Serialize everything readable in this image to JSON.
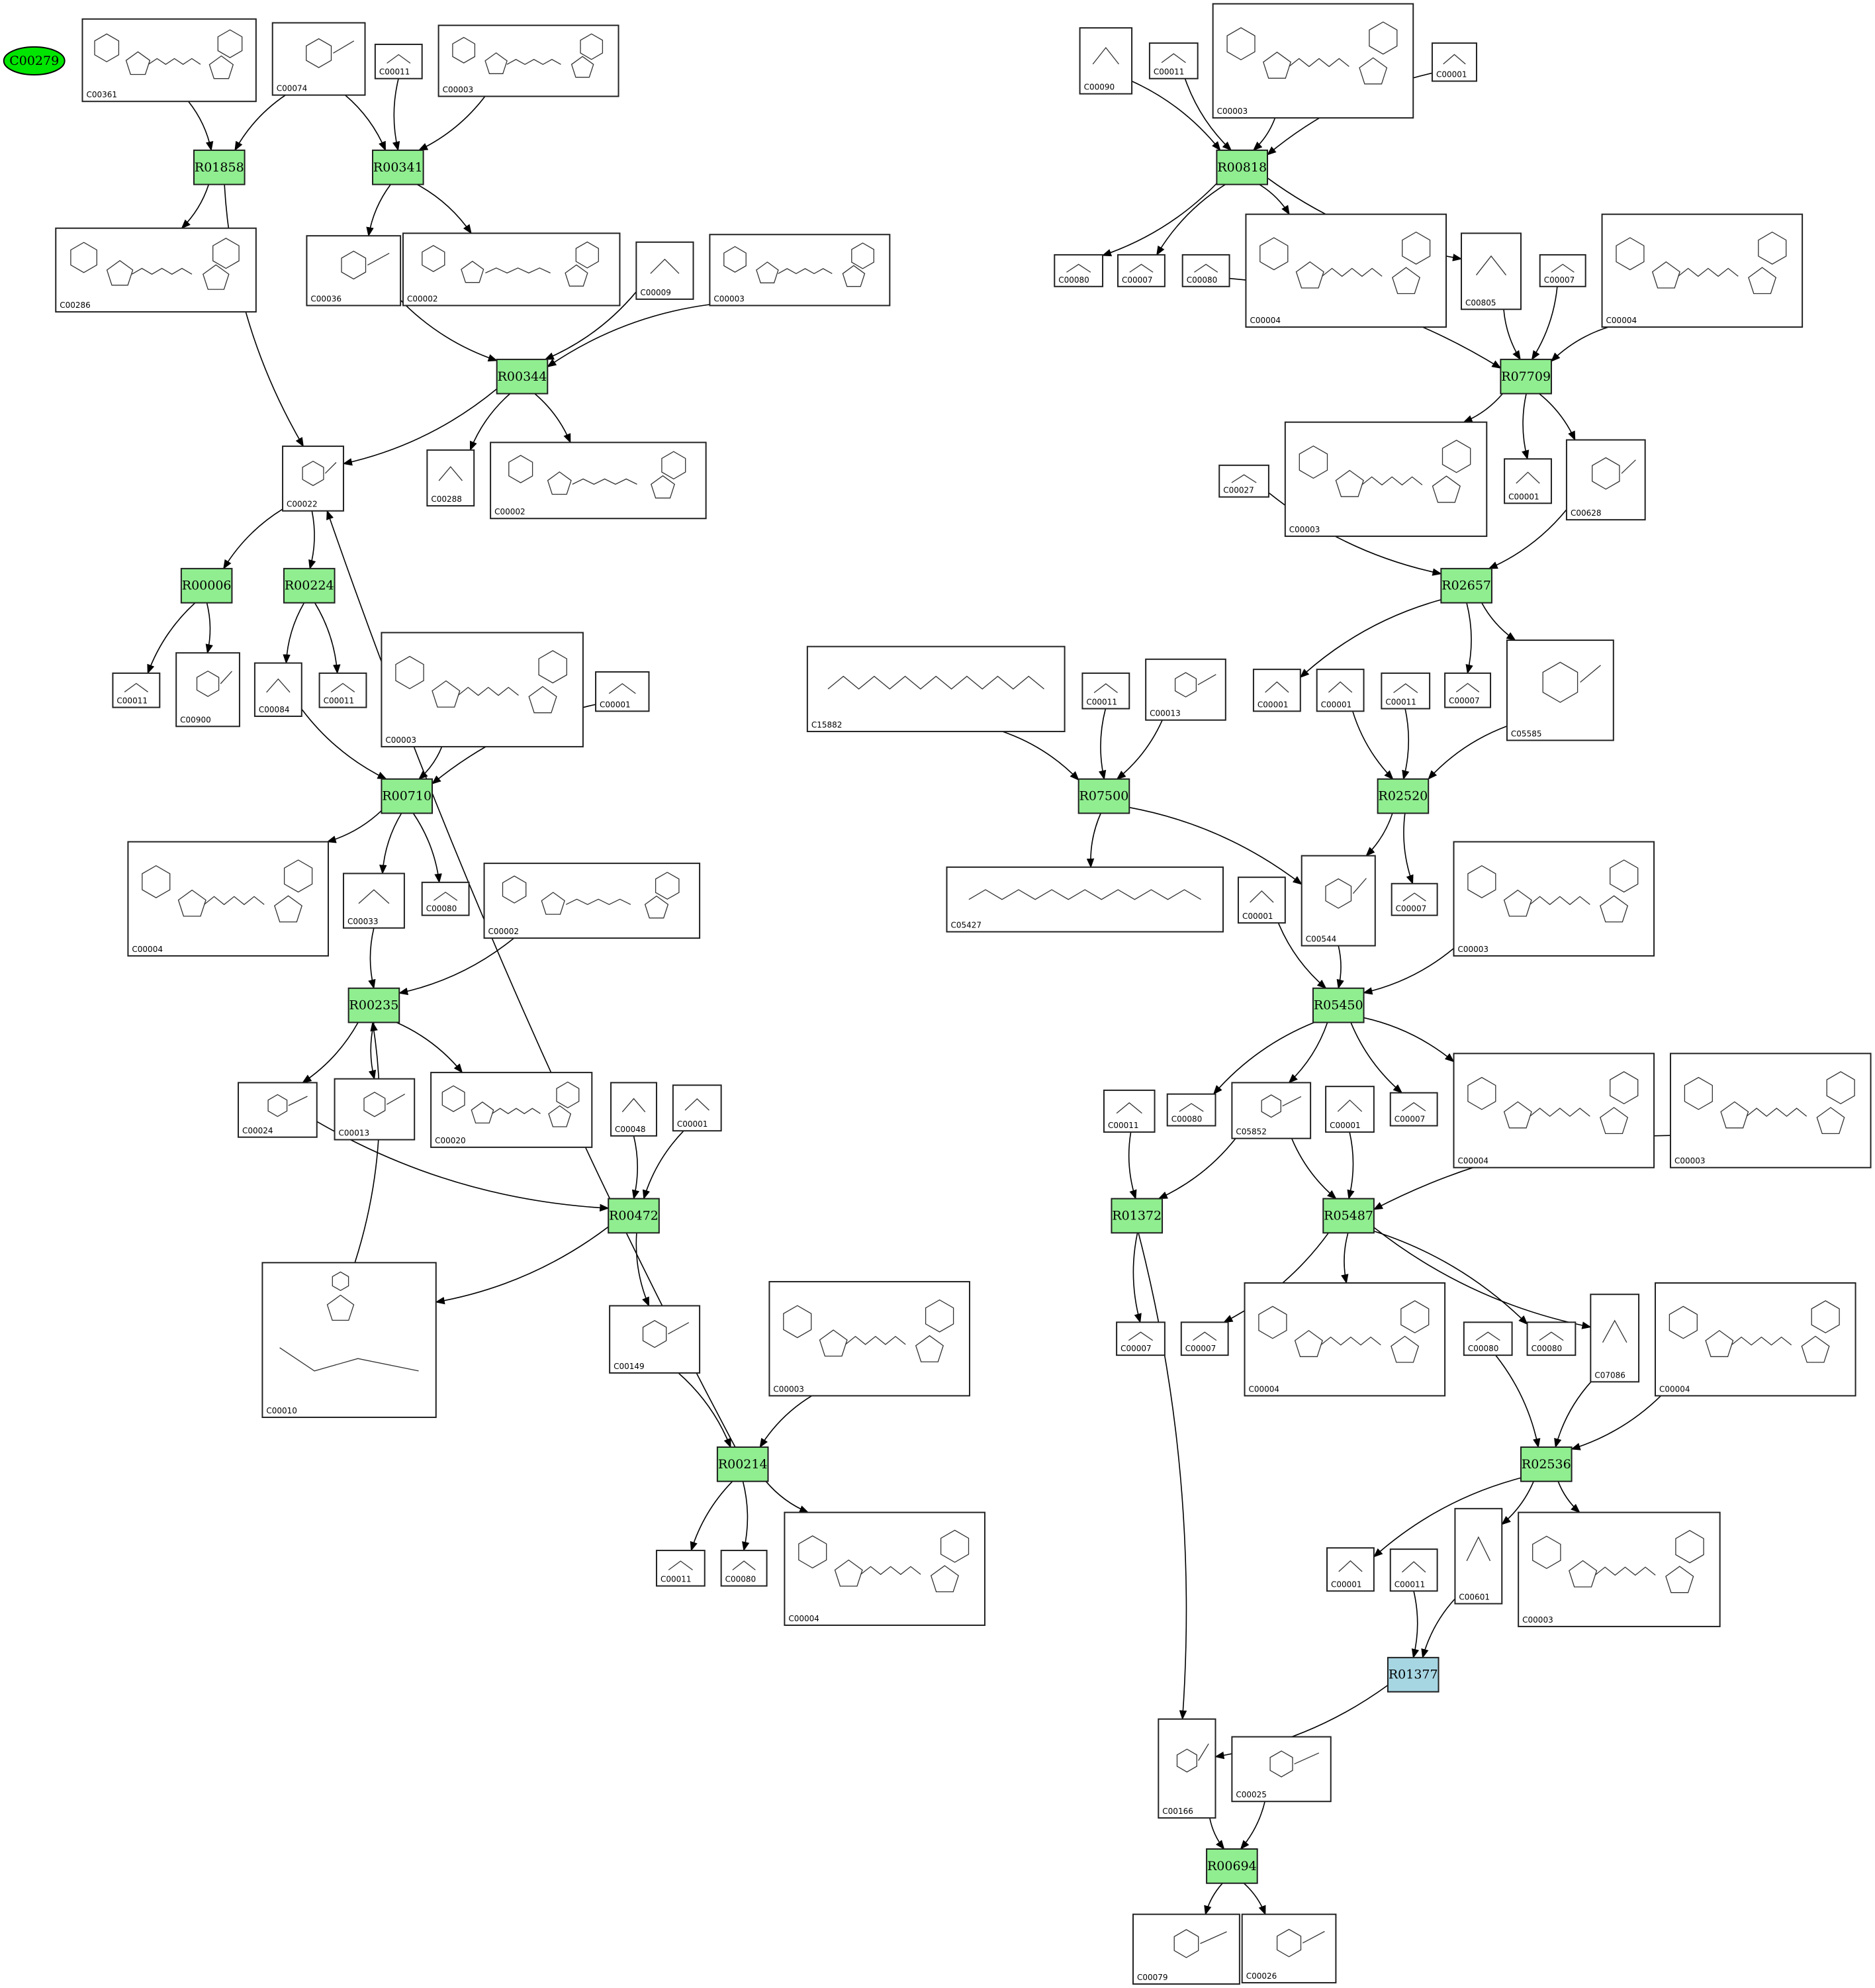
{
  "colors": {
    "reaction": "#90ee90",
    "highlight_reaction": "#a7d6e3",
    "root": "#00e600",
    "edge": "#000000"
  },
  "root": {
    "label": "C00279"
  },
  "reactions": [
    {
      "id": "R01858",
      "label": "R01858"
    },
    {
      "id": "R00341",
      "label": "R00341"
    },
    {
      "id": "R00344",
      "label": "R00344"
    },
    {
      "id": "R00006",
      "label": "R00006"
    },
    {
      "id": "R00224",
      "label": "R00224"
    },
    {
      "id": "R00710",
      "label": "R00710"
    },
    {
      "id": "R00235",
      "label": "R00235"
    },
    {
      "id": "R00472",
      "label": "R00472"
    },
    {
      "id": "R00214",
      "label": "R00214"
    },
    {
      "id": "R00818",
      "label": "R00818"
    },
    {
      "id": "R07709",
      "label": "R07709"
    },
    {
      "id": "R02657",
      "label": "R02657"
    },
    {
      "id": "R07500",
      "label": "R07500"
    },
    {
      "id": "R02520",
      "label": "R02520"
    },
    {
      "id": "R05450",
      "label": "R05450"
    },
    {
      "id": "R01372",
      "label": "R01372"
    },
    {
      "id": "R05487",
      "label": "R05487"
    },
    {
      "id": "R02536",
      "label": "R02536"
    },
    {
      "id": "R01377",
      "label": "R01377"
    },
    {
      "id": "R00694",
      "label": "R00694"
    }
  ],
  "compounds": [
    {
      "id": "c1",
      "label": "C00361"
    },
    {
      "id": "c2",
      "label": "C00074"
    },
    {
      "id": "c3",
      "label": "C00011"
    },
    {
      "id": "c4",
      "label": "C00003"
    },
    {
      "id": "c5",
      "label": "C00286"
    },
    {
      "id": "c6",
      "label": "C00036"
    },
    {
      "id": "c7",
      "label": "C00002"
    },
    {
      "id": "c8",
      "label": "C00009"
    },
    {
      "id": "c9",
      "label": "C00003"
    },
    {
      "id": "c10",
      "label": "C00022"
    },
    {
      "id": "c11",
      "label": "C00288"
    },
    {
      "id": "c12",
      "label": "C00002"
    },
    {
      "id": "c13",
      "label": "C00011"
    },
    {
      "id": "c14",
      "label": "C00900"
    },
    {
      "id": "c15",
      "label": "C00084"
    },
    {
      "id": "c16",
      "label": "C00011"
    },
    {
      "id": "c17",
      "label": "C00003"
    },
    {
      "id": "c18",
      "label": "C00001"
    },
    {
      "id": "c19",
      "label": "C00004"
    },
    {
      "id": "c20",
      "label": "C00033"
    },
    {
      "id": "c21",
      "label": "C00080"
    },
    {
      "id": "c22",
      "label": "C00002"
    },
    {
      "id": "c23",
      "label": "C00024"
    },
    {
      "id": "c24",
      "label": "C00013"
    },
    {
      "id": "c25",
      "label": "C00020"
    },
    {
      "id": "c26",
      "label": "C00048"
    },
    {
      "id": "c27",
      "label": "C00001"
    },
    {
      "id": "c28",
      "label": "C00010"
    },
    {
      "id": "c29",
      "label": "C00149"
    },
    {
      "id": "c30",
      "label": "C00003"
    },
    {
      "id": "c31",
      "label": "C00011"
    },
    {
      "id": "c32",
      "label": "C00080"
    },
    {
      "id": "c33",
      "label": "C00004"
    },
    {
      "id": "d1",
      "label": "C00090"
    },
    {
      "id": "d2",
      "label": "C00011"
    },
    {
      "id": "d3",
      "label": "C00003"
    },
    {
      "id": "d4",
      "label": "C00001"
    },
    {
      "id": "d5",
      "label": "C00080"
    },
    {
      "id": "d6",
      "label": "C00007"
    },
    {
      "id": "d7",
      "label": "C00080"
    },
    {
      "id": "d8",
      "label": "C00004"
    },
    {
      "id": "d9",
      "label": "C00805"
    },
    {
      "id": "d10",
      "label": "C00007"
    },
    {
      "id": "d11",
      "label": "C00004"
    },
    {
      "id": "d12",
      "label": "C00003"
    },
    {
      "id": "d13",
      "label": "C00027"
    },
    {
      "id": "d14",
      "label": "C00001"
    },
    {
      "id": "d15",
      "label": "C00628"
    },
    {
      "id": "d16",
      "label": "C15882"
    },
    {
      "id": "d17",
      "label": "C00011"
    },
    {
      "id": "d18",
      "label": "C00013"
    },
    {
      "id": "d19",
      "label": "C00001"
    },
    {
      "id": "d20",
      "label": "C00001"
    },
    {
      "id": "d21",
      "label": "C00011"
    },
    {
      "id": "d22",
      "label": "C00007"
    },
    {
      "id": "d23",
      "label": "C05585"
    },
    {
      "id": "d24",
      "label": "C05427"
    },
    {
      "id": "d25",
      "label": "C00544"
    },
    {
      "id": "d26",
      "label": "C00001"
    },
    {
      "id": "d27",
      "label": "C00007"
    },
    {
      "id": "d28",
      "label": "C00003"
    },
    {
      "id": "d29",
      "label": "C00011"
    },
    {
      "id": "d30",
      "label": "C00080"
    },
    {
      "id": "d31",
      "label": "C05852"
    },
    {
      "id": "d32",
      "label": "C00001"
    },
    {
      "id": "d33",
      "label": "C00007"
    },
    {
      "id": "d34",
      "label": "C00004"
    },
    {
      "id": "d35",
      "label": "C00003"
    },
    {
      "id": "d36",
      "label": "C00007"
    },
    {
      "id": "d37",
      "label": "C00007"
    },
    {
      "id": "d38",
      "label": "C00004"
    },
    {
      "id": "d39",
      "label": "C00080"
    },
    {
      "id": "d40",
      "label": "C00080"
    },
    {
      "id": "d41",
      "label": "C07086"
    },
    {
      "id": "d42",
      "label": "C00004"
    },
    {
      "id": "d43",
      "label": "C00001"
    },
    {
      "id": "d44",
      "label": "C00011"
    },
    {
      "id": "d45",
      "label": "C00601"
    },
    {
      "id": "d46",
      "label": "C00003"
    },
    {
      "id": "d47",
      "label": "C00166"
    },
    {
      "id": "d48",
      "label": "C00025"
    },
    {
      "id": "d49",
      "label": "C00079"
    },
    {
      "id": "d50",
      "label": "C00026"
    }
  ],
  "edges": [
    [
      "c1",
      "R01858"
    ],
    [
      "c2",
      "R01858"
    ],
    [
      "R01858",
      "c5"
    ],
    [
      "R01858",
      "c10"
    ],
    [
      "c2",
      "R00341"
    ],
    [
      "c3",
      "R00341"
    ],
    [
      "c4",
      "R00341"
    ],
    [
      "R00341",
      "c6"
    ],
    [
      "R00341",
      "c7"
    ],
    [
      "c6",
      "R00344"
    ],
    [
      "c8",
      "R00344"
    ],
    [
      "c9",
      "R00344"
    ],
    [
      "R00344",
      "c10"
    ],
    [
      "R00344",
      "c11"
    ],
    [
      "R00344",
      "c12"
    ],
    [
      "c10",
      "R00006"
    ],
    [
      "c10",
      "R00224"
    ],
    [
      "R00006",
      "c13"
    ],
    [
      "R00006",
      "c14"
    ],
    [
      "R00224",
      "c15"
    ],
    [
      "R00224",
      "c16"
    ],
    [
      "c15",
      "R00710"
    ],
    [
      "c17",
      "R00710"
    ],
    [
      "c18",
      "R00710"
    ],
    [
      "R00710",
      "c19"
    ],
    [
      "R00710",
      "c20"
    ],
    [
      "R00710",
      "c21"
    ],
    [
      "c20",
      "R00235"
    ],
    [
      "c22",
      "R00235"
    ],
    [
      "c28",
      "R00235"
    ],
    [
      "R00235",
      "c23"
    ],
    [
      "R00235",
      "c24"
    ],
    [
      "R00235",
      "c25"
    ],
    [
      "c23",
      "R00472"
    ],
    [
      "c26",
      "R00472"
    ],
    [
      "c27",
      "R00472"
    ],
    [
      "R00472",
      "c28"
    ],
    [
      "R00472",
      "c29"
    ],
    [
      "c29",
      "R00214"
    ],
    [
      "c30",
      "R00214"
    ],
    [
      "R00214",
      "c10"
    ],
    [
      "R00214",
      "c31"
    ],
    [
      "R00214",
      "c32"
    ],
    [
      "R00214",
      "c33"
    ],
    [
      "d1",
      "R00818"
    ],
    [
      "d2",
      "R00818"
    ],
    [
      "d3",
      "R00818"
    ],
    [
      "d4",
      "R00818"
    ],
    [
      "R00818",
      "d5"
    ],
    [
      "R00818",
      "d6"
    ],
    [
      "R00818",
      "d8"
    ],
    [
      "R00818",
      "d9"
    ],
    [
      "d7",
      "R07709"
    ],
    [
      "d9",
      "R07709"
    ],
    [
      "d10",
      "R07709"
    ],
    [
      "d11",
      "R07709"
    ],
    [
      "R07709",
      "d12"
    ],
    [
      "R07709",
      "d14"
    ],
    [
      "R07709",
      "d15"
    ],
    [
      "d13",
      "R02657"
    ],
    [
      "d15",
      "R02657"
    ],
    [
      "R02657",
      "d19"
    ],
    [
      "R02657",
      "d22"
    ],
    [
      "R02657",
      "d23"
    ],
    [
      "d16",
      "R07500"
    ],
    [
      "d17",
      "R07500"
    ],
    [
      "d18",
      "R07500"
    ],
    [
      "R07500",
      "d24"
    ],
    [
      "R07500",
      "d25"
    ],
    [
      "d20",
      "R02520"
    ],
    [
      "d21",
      "R02520"
    ],
    [
      "d23",
      "R02520"
    ],
    [
      "R02520",
      "d25"
    ],
    [
      "R02520",
      "d27"
    ],
    [
      "d25",
      "R05450"
    ],
    [
      "d26",
      "R05450"
    ],
    [
      "d28",
      "R05450"
    ],
    [
      "R05450",
      "d30"
    ],
    [
      "R05450",
      "d31"
    ],
    [
      "R05450",
      "d33"
    ],
    [
      "R05450",
      "d34"
    ],
    [
      "d29",
      "R01372"
    ],
    [
      "d31",
      "R01372"
    ],
    [
      "R01372",
      "d36"
    ],
    [
      "R01372",
      "d47"
    ],
    [
      "d31",
      "R05487"
    ],
    [
      "d32",
      "R05487"
    ],
    [
      "d35",
      "R05487"
    ],
    [
      "R05487",
      "d37"
    ],
    [
      "R05487",
      "d38"
    ],
    [
      "R05487",
      "d40"
    ],
    [
      "R05487",
      "d41"
    ],
    [
      "d39",
      "R02536"
    ],
    [
      "d41",
      "R02536"
    ],
    [
      "d42",
      "R02536"
    ],
    [
      "R02536",
      "d43"
    ],
    [
      "R02536",
      "d45"
    ],
    [
      "R02536",
      "d46"
    ],
    [
      "d44",
      "R01377"
    ],
    [
      "d45",
      "R01377"
    ],
    [
      "R01377",
      "d47"
    ],
    [
      "d47",
      "R00694"
    ],
    [
      "d48",
      "R00694"
    ],
    [
      "R00694",
      "d49"
    ],
    [
      "R00694",
      "d50"
    ]
  ]
}
